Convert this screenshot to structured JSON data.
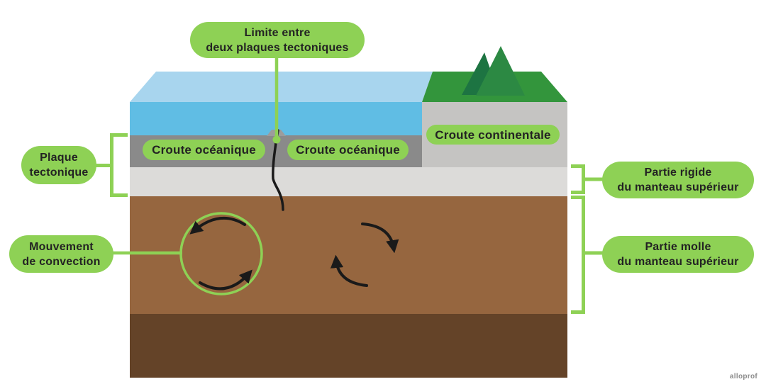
{
  "colors": {
    "accent_green": "#8ed155",
    "label_text": "#232323",
    "water_top": "#a8d5ee",
    "water_front": "#60bde4",
    "continent_top": "#33953c",
    "mountain_dark": "#1d7442",
    "mountain_light": "#2c8943",
    "oceanic_crust": "#8a8a8a",
    "ridge_gray": "#9c9c9c",
    "continental_crust": "#c5c4c2",
    "rigid_mantle": "#dcdbd9",
    "soft_mantle": "#96663f",
    "deep_mantle": "#644328",
    "arrow_black": "#1a1a1a"
  },
  "callouts": {
    "boundary": {
      "line1": "Limite entre",
      "line2": "deux plaques tectoniques"
    },
    "plate": {
      "line1": "Plaque",
      "line2": "tectonique"
    },
    "convection": {
      "line1": "Mouvement",
      "line2": "de convection"
    },
    "rigid": {
      "line1": "Partie rigide",
      "line2": "du manteau supérieur"
    },
    "soft": {
      "line1": "Partie molle",
      "line2": "du manteau supérieur"
    }
  },
  "layer_labels": {
    "oceanic_left": "Croute océanique",
    "oceanic_right": "Croute océanique",
    "continental": "Croute continentale"
  },
  "watermark": "alloprof"
}
